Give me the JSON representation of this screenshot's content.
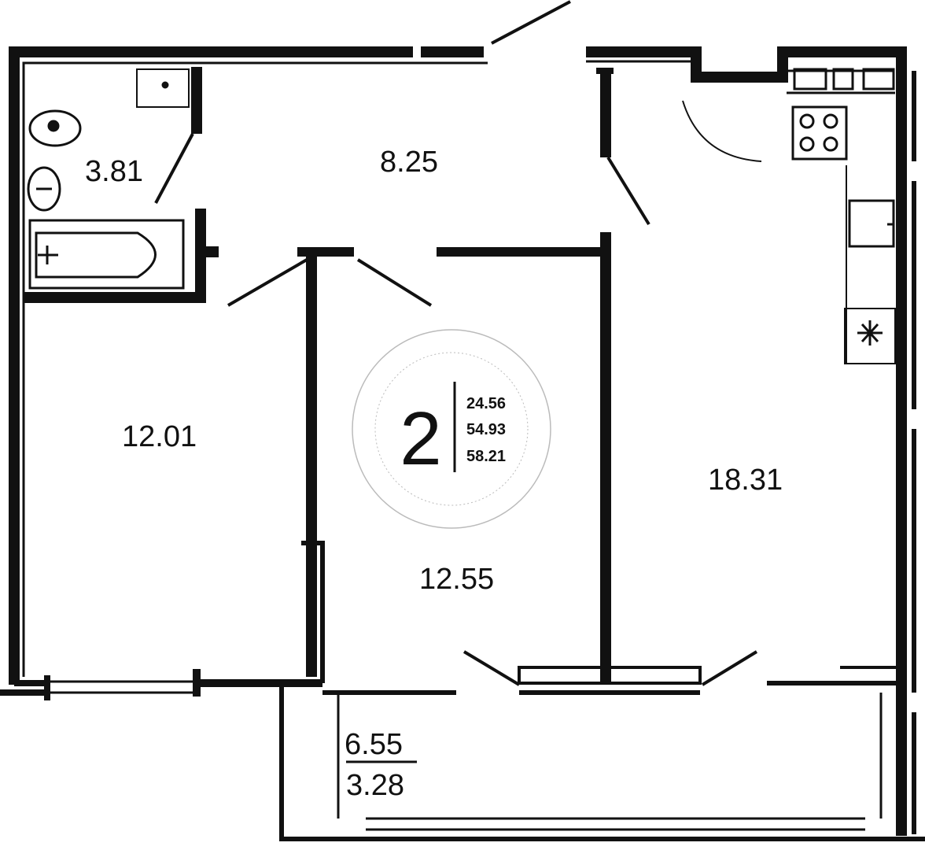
{
  "plan": {
    "rooms": [
      {
        "name": "bathroom",
        "area": "3.81"
      },
      {
        "name": "hallway",
        "area": "8.25"
      },
      {
        "name": "bedroom-left",
        "area": "12.01"
      },
      {
        "name": "bedroom-center",
        "area": "12.55"
      },
      {
        "name": "kitchen-living",
        "area": "18.31"
      }
    ],
    "balcony": {
      "area_total": "6.55",
      "area_reduced": "3.28"
    },
    "badge": {
      "rooms": "2",
      "living_area": "24.56",
      "total_area": "54.93",
      "total_with_balcony": "58.21"
    },
    "colors": {
      "wall": "#111111",
      "background": "#ffffff"
    }
  }
}
